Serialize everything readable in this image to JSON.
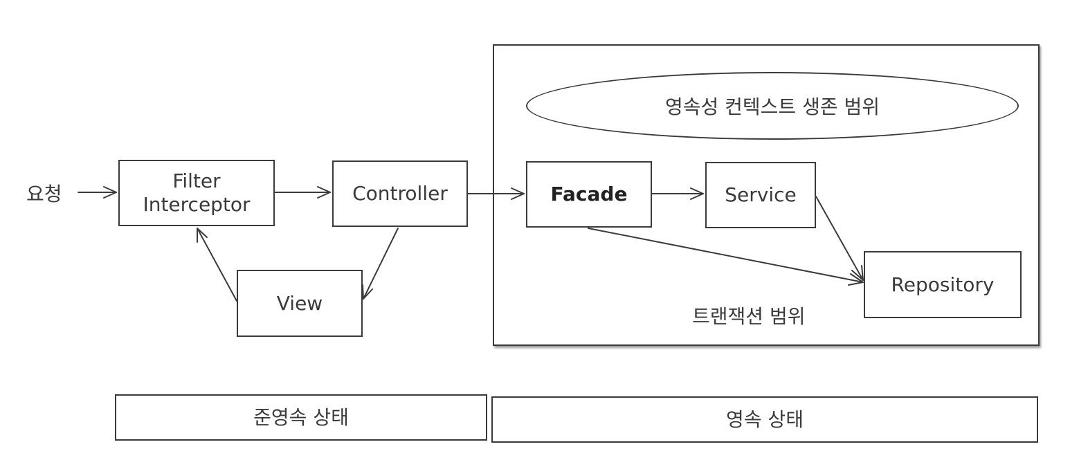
{
  "request_label": "요청",
  "nodes": {
    "filter_line1": "Filter",
    "filter_line2": "Interceptor",
    "controller": "Controller",
    "view": "View",
    "facade": "Facade",
    "service": "Service",
    "repository": "Repository"
  },
  "regions": {
    "persistence_context_scope": "영속성 컨텍스트 생존 범위",
    "transaction_scope": "트랜잭션 범위"
  },
  "states": {
    "semi_persistent": "준영속 상태",
    "persistent": "영속 상태"
  }
}
